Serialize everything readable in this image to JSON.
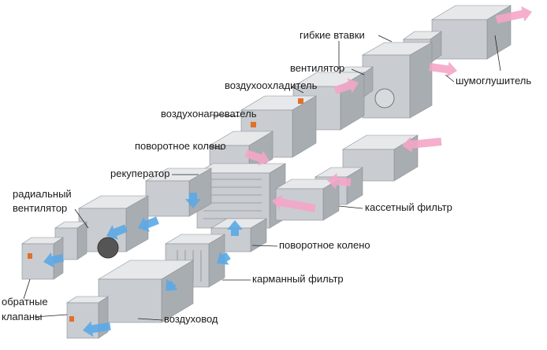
{
  "labels": {
    "flex_inserts": "гибкие втавки",
    "fan": "вентилятор",
    "air_cooler": "воздухоохладитель",
    "air_heater": "воздухонагреватель",
    "elbow_top": "поворотное колено",
    "recuperator": "рекуператор",
    "radial_fan_line1": "радиальный",
    "radial_fan_line2": "вентилятор",
    "silencer": "шумоглушитель",
    "cassette_filter": "кассетный фильтр",
    "elbow_bottom": "поворотное колено",
    "pocket_filter": "карманный фильтр",
    "check_valves_line1": "обратные",
    "check_valves_line2": "клапаны",
    "duct": "воздуховод"
  },
  "colors": {
    "metal_front": "#c9cdd1",
    "metal_top": "#e6e8ea",
    "metal_side": "#a8adb2",
    "supply_arrow": "#f4a6c8",
    "exhaust_arrow": "#5aa9e6",
    "heater_accent": "#e0702a"
  }
}
